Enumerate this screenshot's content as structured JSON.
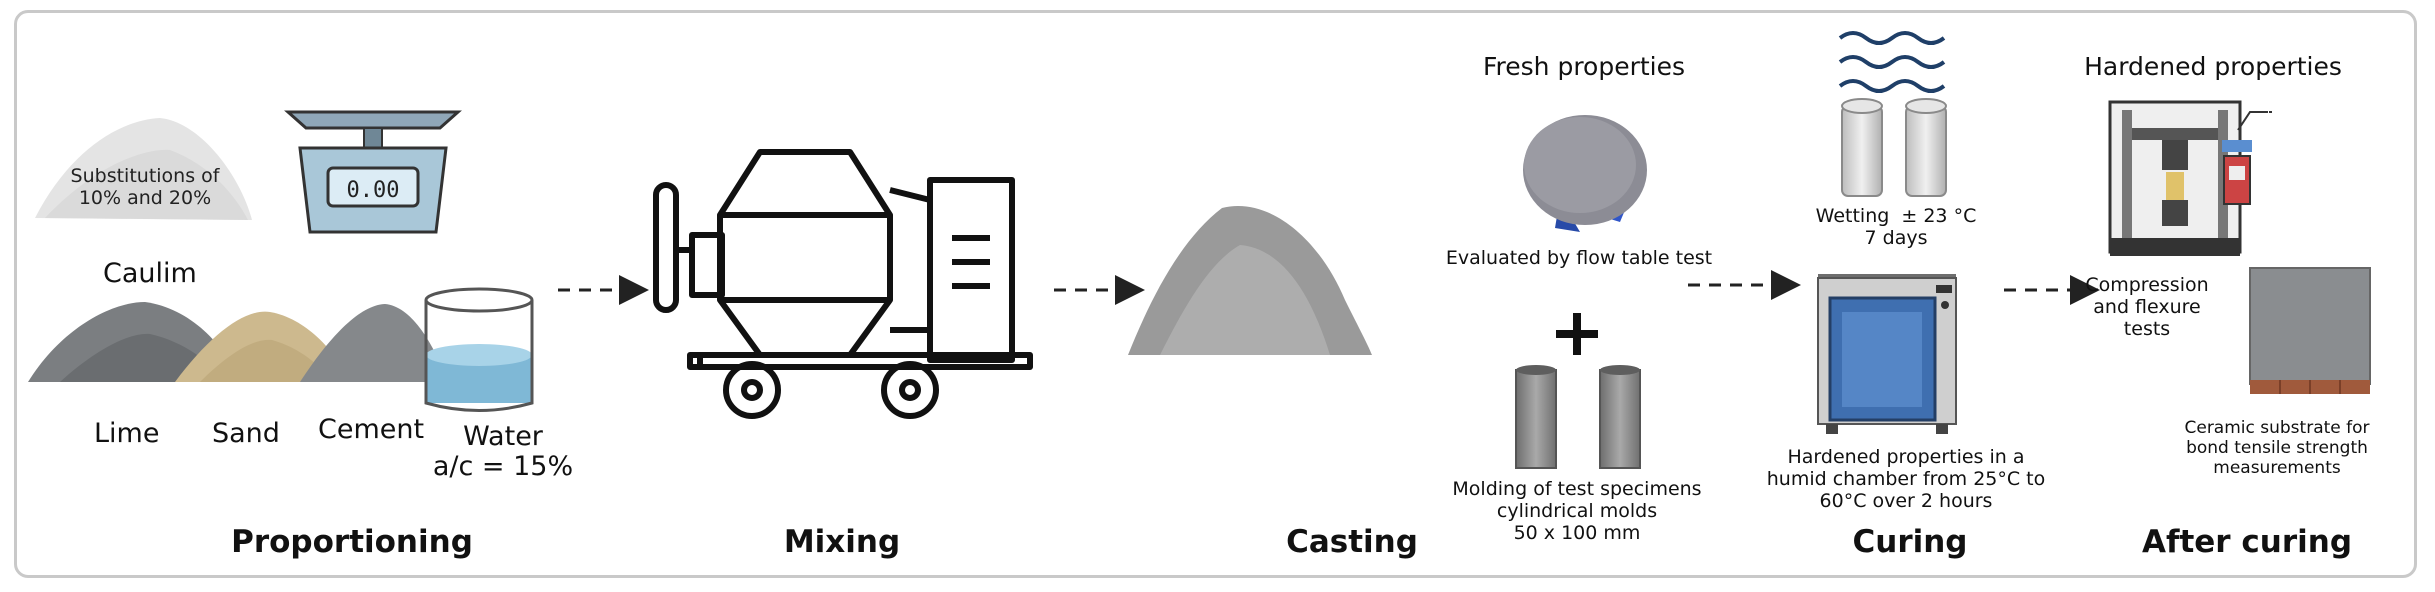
{
  "stages": {
    "proportioning": "Proportioning",
    "mixing": "Mixing",
    "casting": "Casting",
    "curing": "Curing",
    "after_curing": "After curing"
  },
  "proportioning": {
    "substitutions": [
      "Substitutions of",
      "10% and 20%"
    ],
    "scale_display": "0.00",
    "caulim": "Caulim",
    "lime": "Lime",
    "sand": "Sand",
    "cement": "Cement",
    "water": "Water",
    "water_ratio": "a/c = 15%"
  },
  "fresh": {
    "title": "Fresh properties",
    "flow_table": "Evaluated by flow table test",
    "plus": "+",
    "molding": [
      "Molding of test specimens",
      "cylindrical molds",
      "50 x 100 mm"
    ]
  },
  "curing": {
    "wetting": [
      "Wetting  ± 23 °C",
      "7 days"
    ],
    "chamber": [
      "Hardened properties in a",
      "humid chamber from 25°C to",
      "60°C over 2 hours"
    ]
  },
  "hardened": {
    "title": "Hardened properties",
    "tests": [
      "Compression",
      "and flexure",
      "tests"
    ],
    "substrate": [
      "Ceramic substrate for",
      "bond tensile strength",
      "measurements"
    ]
  },
  "colors": {
    "frame": "#c9c9c9",
    "water": "#7fb8d6",
    "cement": "#8a8d90",
    "sand": "#cdb98e",
    "chamber_door": "#3f6fb0",
    "flow_table_stand": "#2f55c8"
  }
}
